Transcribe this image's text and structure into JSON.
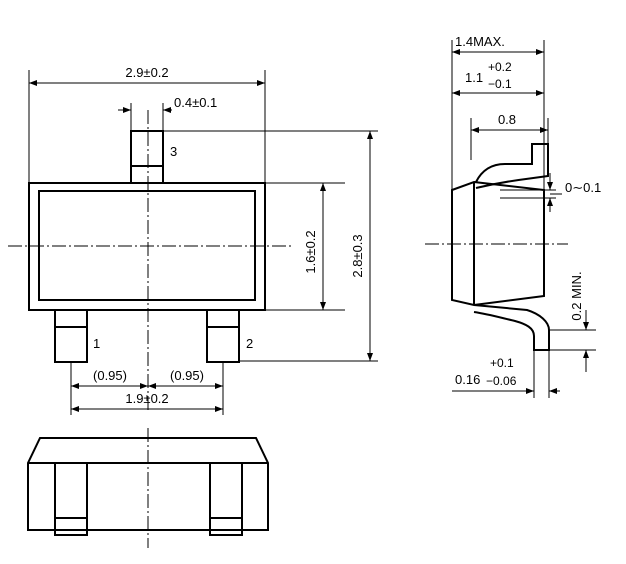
{
  "top_view": {
    "width_label": "2.9±0.2",
    "lead_width_label": "0.4±0.1",
    "body_height_label": "1.6±0.2",
    "overall_height_label": "2.8±0.3",
    "pitch_left_label": "(0.95)",
    "pitch_right_label": "(0.95)",
    "lead_span_label": "1.9±0.2",
    "pin1_label": "1",
    "pin2_label": "2",
    "pin3_label": "3"
  },
  "side_view": {
    "max_height_label": "1.4MAX.",
    "body_thickness_base": "1.1",
    "body_thickness_plus": "+0.2",
    "body_thickness_minus": "−0.1",
    "lead_length_label": "0.8",
    "standoff_label": "0∼0.1",
    "lead_foot_label": "0.2 MIN.",
    "lead_thickness_base": "0.16",
    "lead_thickness_plus": "+0.1",
    "lead_thickness_minus": "−0.06"
  }
}
